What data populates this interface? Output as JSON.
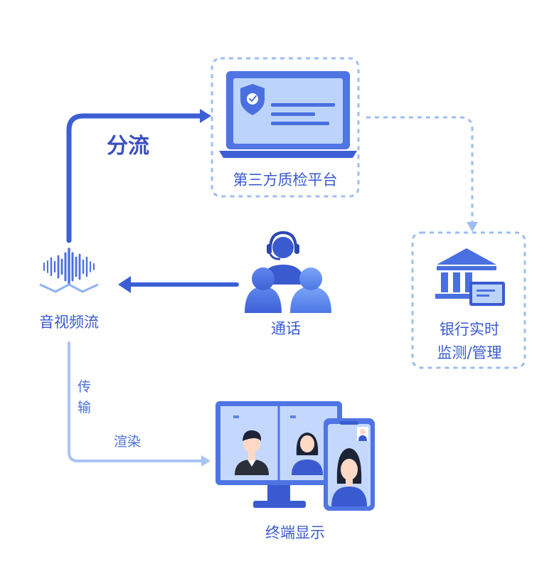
{
  "labels": {
    "split": "分流",
    "qc_platform": "第三方质检平台",
    "av_stream": "音视频流",
    "call": "通话",
    "bank_line1": "银行实时",
    "bank_line2": "监测/管理",
    "transmit_char1": "传",
    "transmit_char2": "输",
    "render": "渲染",
    "terminal": "终端显示"
  },
  "icons": {
    "qc_platform": "laptop-shield-icon",
    "av_stream": "waveform-icon",
    "call": "agent-headset-icon",
    "bank": "bank-building-icon",
    "terminal": "monitor-phone-video-icon"
  },
  "colors": {
    "primary": "#3d5fd6",
    "light": "#a9c4f5",
    "dashed": "#9ebdf2",
    "text": "#3a5bd0"
  }
}
